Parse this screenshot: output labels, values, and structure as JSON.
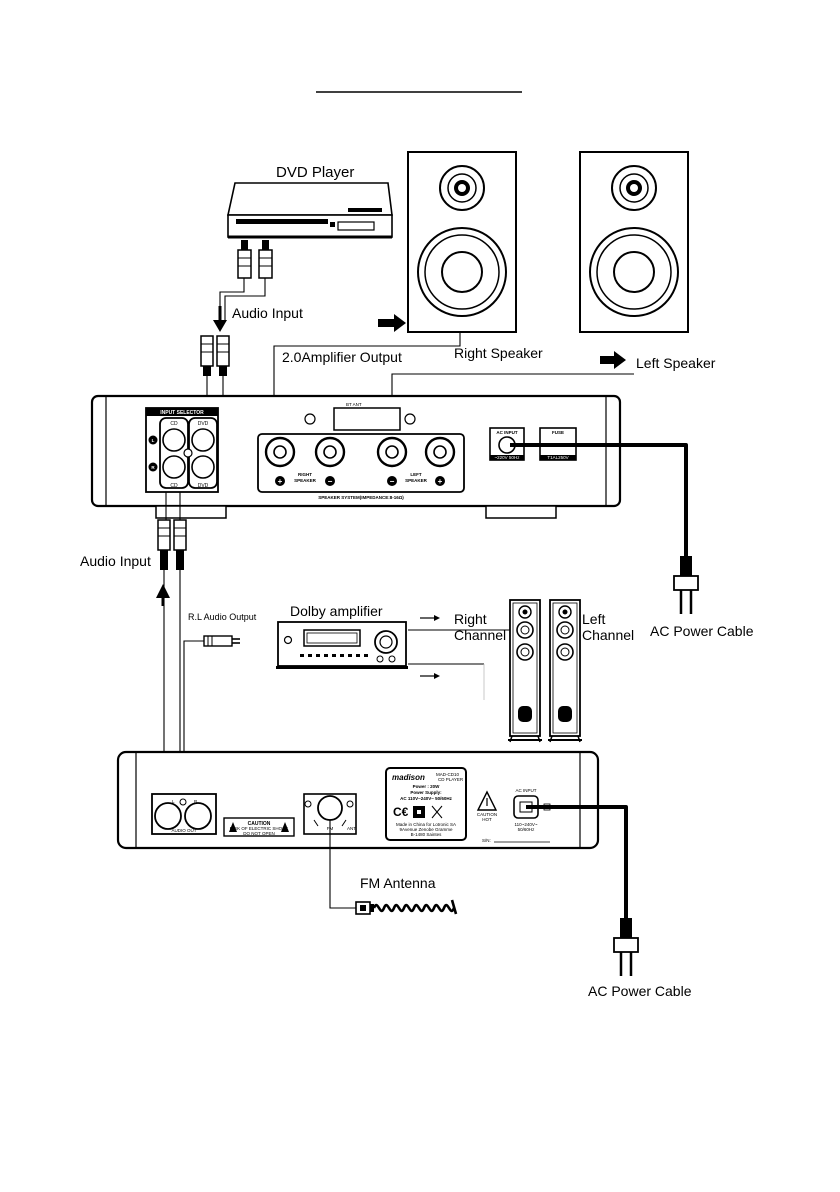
{
  "labels": {
    "dvd_player": "DVD Player",
    "audio_input_top": "Audio Input",
    "amp_output": "2.0Amplifier Output",
    "right_speaker": "Right Speaker",
    "left_speaker": "Left Speaker",
    "audio_input_mid": "Audio Input",
    "rl_audio_output": "R.L Audio Output",
    "dolby_amplifier": "Dolby  amplifier",
    "right_channel_1": "Right",
    "right_channel_2": "Channel",
    "left_channel_1": "Left",
    "left_channel_2": "Channel",
    "ac_power_cable_top": "AC Power Cable",
    "fm_antenna": "FM Antenna",
    "ac_power_cable_bottom": "AC Power Cable"
  },
  "amplifier_panel": {
    "input_selector": "INPUT SELECTOR",
    "cd_top": "CD",
    "dvd_top": "DVD",
    "cd_bottom": "CD",
    "dvd_bottom": "DVD",
    "left_mark": "L",
    "right_mark": "R",
    "bt_ant": "BT ANT",
    "right_speaker_1": "RIGHT",
    "right_speaker_2": "SPEAKER",
    "left_speaker_1": "LEFT",
    "left_speaker_2": "SPEAKER",
    "plus": "+",
    "minus": "−",
    "speaker_system": "SPEAKER SYSTEM(IMPEDANCE:8-16Ω)",
    "ac_input": "AC INPUT",
    "ac_input_rating": "~220V 50Hz",
    "fuse": "FUSE",
    "fuse_rating": "T1AL250V"
  },
  "receiver_panel": {
    "audio_out": "AUDIO OUT",
    "l": "L",
    "r": "R",
    "caution": "CAUTION",
    "caution_sub1": "RISK OF ELECTRIC SHOCK",
    "caution_sub2": "DO NOT OPEN",
    "fm": "FM",
    "ant": "ANT",
    "brand": "madison",
    "model": "MAD-CD10",
    "model_sub": "CD PLAYER",
    "power": "Power : 20W",
    "power_supply": "Power Supply:",
    "power_rating": "AC 110V~240V~ 50/60Hz",
    "made_in": "Made in China for Lotronic SA",
    "address1": "9Avenue Zenobe Gramme",
    "address2": "B-1480 Saintes",
    "caution_hot_1": "CAUTION",
    "caution_hot_2": "HOT",
    "ac_input": "AC INPUT",
    "ac_rating_1": "110~240V~",
    "ac_rating_2": "50/60Hz",
    "sn": "S/N:"
  }
}
